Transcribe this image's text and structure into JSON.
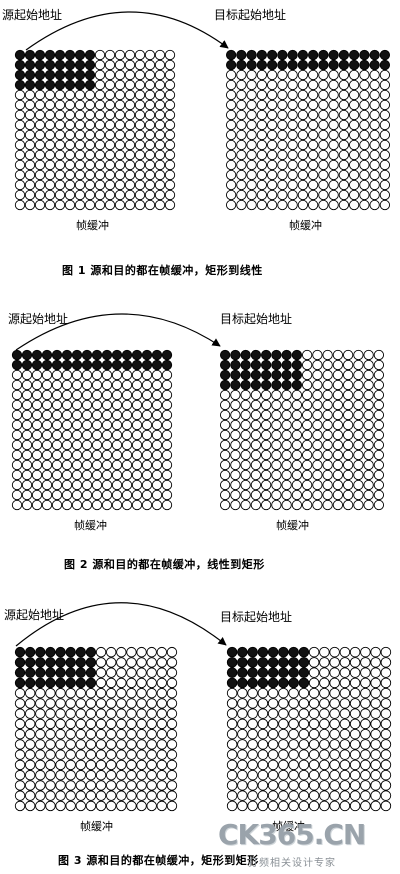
{
  "figures": [
    {
      "src_label": "源起始地址",
      "dst_label": "目标起始地址",
      "buffer_label": "帧缓冲",
      "caption": "图 1    源和目的都在帧缓冲，矩形到线性",
      "src_mode": "rect",
      "dst_mode": "linear"
    },
    {
      "src_label": "源起始地址",
      "dst_label": "目标起始地址",
      "buffer_label": "帧缓冲",
      "caption": "图 2    源和目的都在帧缓冲，线性到矩形",
      "src_mode": "linear",
      "dst_mode": "rect"
    },
    {
      "src_label": "源起始地址",
      "dst_label": "目标起始地址",
      "buffer_label": "帧缓冲",
      "caption": "图 3    源和目的都在帧缓冲，矩形到矩形",
      "src_mode": "rect",
      "dst_mode": "rect"
    }
  ],
  "grid": {
    "cols": 16,
    "rows": 16,
    "rect_cols": 8,
    "rect_rows": 4,
    "linear_cells": 32
  },
  "colors": {
    "stroke": "#000000",
    "filled": "#111111",
    "empty": "#ffffff"
  },
  "watermark": {
    "main": "CK365.CN",
    "sub": "打频相关设计专家"
  }
}
